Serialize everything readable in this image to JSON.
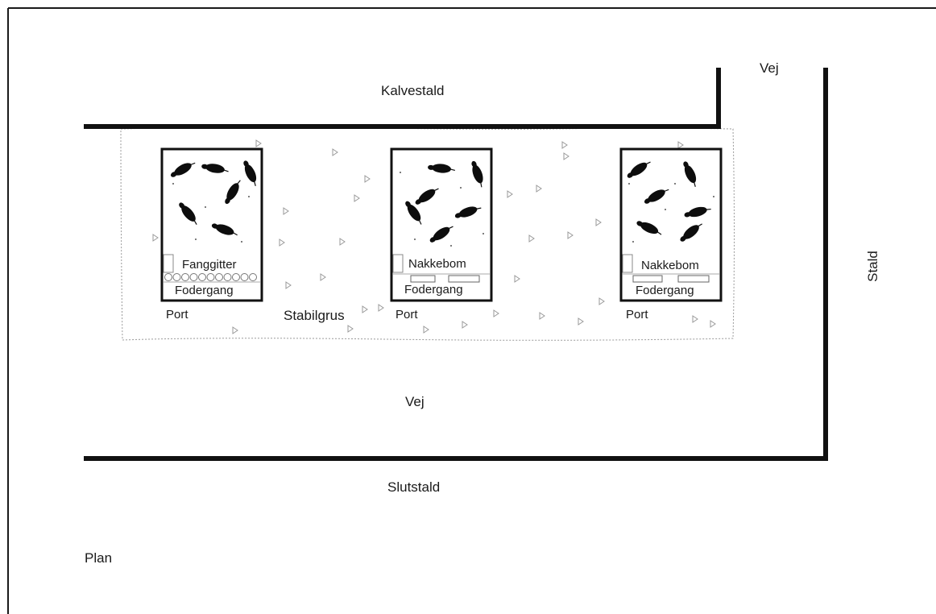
{
  "labels": {
    "kalvestald": "Kalvestald",
    "vej_top": "Vej",
    "stald": "Stald",
    "stabilgrus": "Stabilgrus",
    "vej_middle": "Vej",
    "slutstald": "Slutstald",
    "plan": "Plan"
  },
  "pens": [
    {
      "fence_label": "Fanggitter",
      "feed_label": "Fodergang",
      "gate_label": "Port"
    },
    {
      "fence_label": "Nakkebom",
      "feed_label": "Fodergang",
      "gate_label": "Port"
    },
    {
      "fence_label": "Nakkebom",
      "feed_label": "Fodergang",
      "gate_label": "Port"
    }
  ],
  "colors": {
    "ink": "#111111",
    "gravel": "#888888",
    "line": "#1a1a1a"
  },
  "icons": {
    "cow": "cow-icon",
    "gravel": "gravel-mark-icon"
  }
}
